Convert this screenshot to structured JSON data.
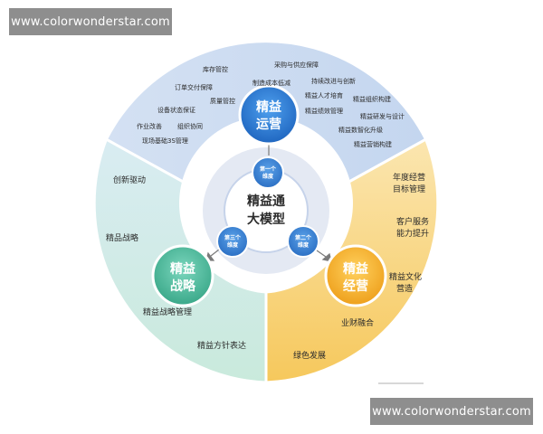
{
  "watermark_top": "www.colorwonderstar.com",
  "watermark_bottom": "www.colorwonderstar.com",
  "colors": {
    "operations_ring": "#cfdcf0",
    "strategy_ring": "#cfe9e0",
    "management_ring": "#f7d98e",
    "operations_hub": "#2f7fd6",
    "strategy_hub": "#53c0a4",
    "management_hub": "#f3b52f",
    "center_ring": "#d8e0ef",
    "small_node": "#3a7fcf"
  },
  "center": {
    "line1": "精益通",
    "line2": "大模型"
  },
  "small_nodes": {
    "top": [
      "第一个",
      "维度"
    ],
    "left": [
      "第三个",
      "维度"
    ],
    "right": [
      "第二个",
      "维度"
    ]
  },
  "hubs": {
    "operations": [
      "精益",
      "运营"
    ],
    "strategy": [
      "精益",
      "战略"
    ],
    "management": [
      "精益",
      "经营"
    ]
  },
  "operations_items": [
    "库存管控",
    "采购与供应保障",
    "订单交付保障",
    "制造成本低减",
    "持续改进与创新",
    "质量管控",
    "精益人才培育",
    "精益组织构建",
    "设备状态保证",
    "精益绩效管理",
    "作业改善",
    "组织协同",
    "精益研发与设计",
    "精益数智化升级",
    "现场基础3S管理",
    "精益营销构建"
  ],
  "strategy_items": [
    "创新驱动",
    "精品战略",
    "精益战略管理",
    "精益方针表达"
  ],
  "management_items": [
    [
      "年度经营",
      "目标管理"
    ],
    [
      "客户服务",
      "能力提升"
    ],
    [
      "精益文化",
      "营造"
    ],
    [
      "业财融合"
    ],
    [
      "绿色发展"
    ]
  ]
}
